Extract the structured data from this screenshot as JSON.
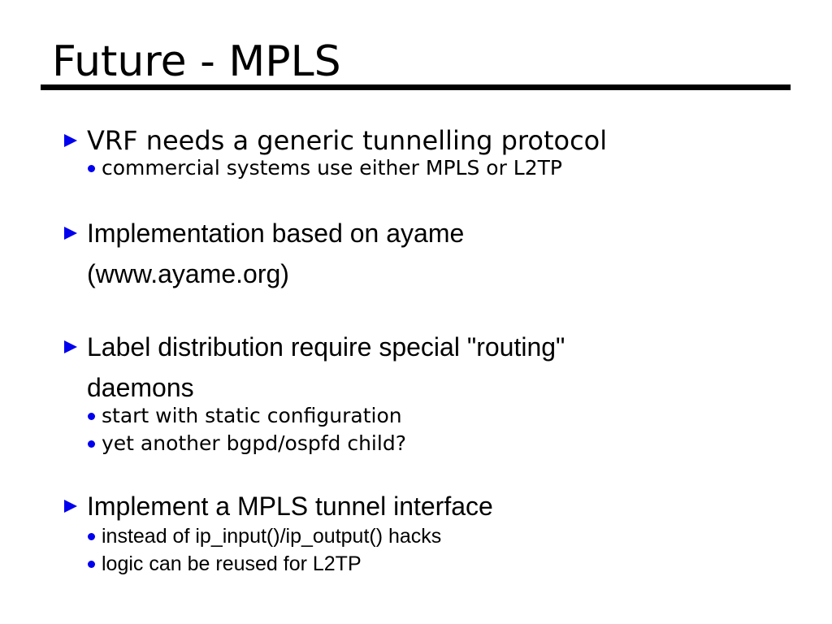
{
  "slide": {
    "title": "Future - MPLS",
    "accent_color": "#0000ee",
    "text_color": "#000000",
    "background_color": "#ffffff",
    "bullets": [
      {
        "lines": [
          "VRF needs a generic tunnelling protocol"
        ],
        "subs": [
          "commercial systems use either MPLS or L2TP"
        ]
      },
      {
        "lines": [
          "Implementation based on ayame",
          "(www.ayame.org)"
        ],
        "subs": []
      },
      {
        "lines": [
          "Label distribution require special \"routing\"",
          "daemons"
        ],
        "subs": [
          "start with static configuration",
          "yet another bgpd/ospfd child?"
        ]
      },
      {
        "lines": [
          "Implement a MPLS tunnel interface"
        ],
        "subs": [
          "instead of ip_input()/ip_output() hacks",
          "logic can be reused for L2TP"
        ]
      }
    ]
  }
}
